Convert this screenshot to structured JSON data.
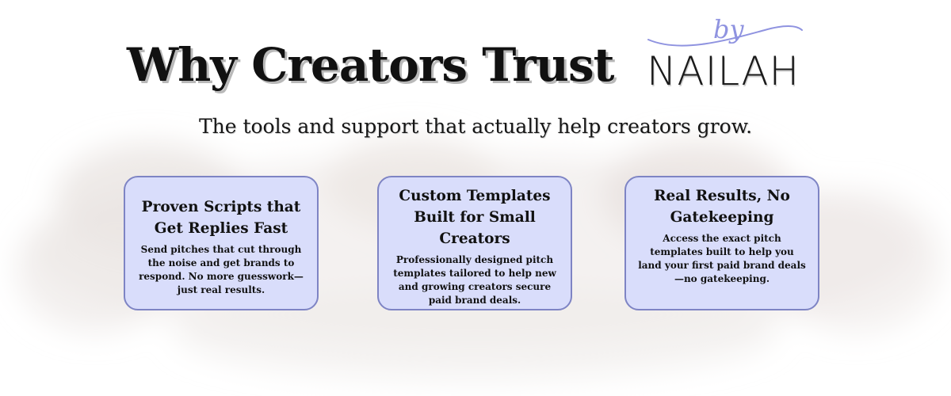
{
  "header": {
    "title": "Why Creators Trust",
    "brand_script": "by",
    "brand_name": "NAILAH",
    "subtitle": "The tools and support that actually help creators grow."
  },
  "cards": [
    {
      "title": "Proven Scripts that Get Replies Fast",
      "text": "Send pitches that cut through the noise and get brands to respond. No more guesswork—just real results."
    },
    {
      "title": "Custom Templates Built for Small Creators",
      "text": "Professionally designed pitch templates tailored to help new and growing creators secure paid brand deals."
    },
    {
      "title": "Real Results, No Gatekeeping",
      "text": "Access the exact pitch templates built to help you land your first paid brand deals—no gatekeeping."
    }
  ],
  "colors": {
    "card_background": "#d9ddfb",
    "card_border": "#7e84c4",
    "text": "#111111",
    "brand_accent": "#8f93e0"
  }
}
